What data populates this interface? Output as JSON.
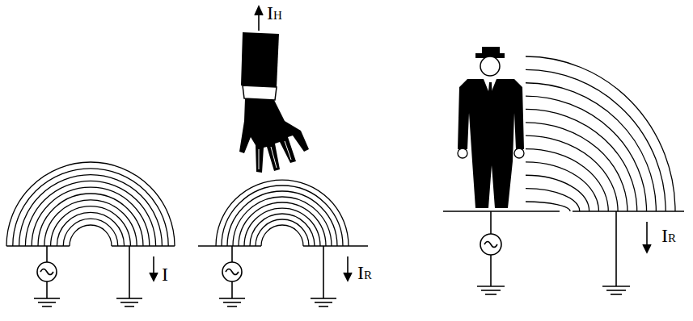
{
  "diagram": {
    "labels": [
      "I",
      "IH",
      "IR",
      "IR"
    ]
  }
}
